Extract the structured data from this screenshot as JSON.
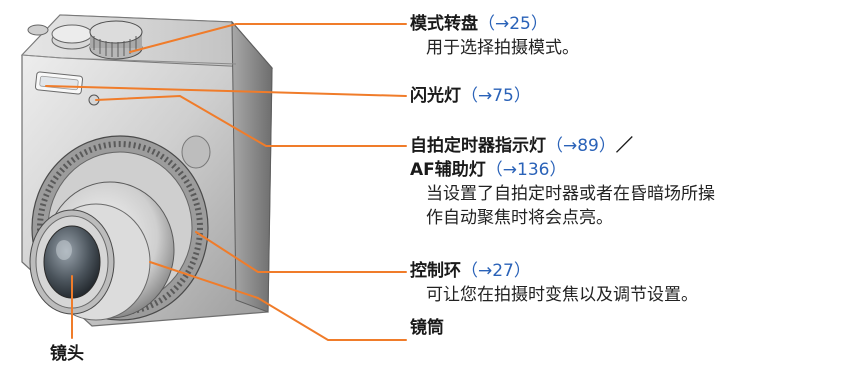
{
  "labels": {
    "mode_dial": {
      "name": "模式转盘",
      "ref": "（→25）",
      "desc": "用于选择拍摄模式。"
    },
    "flash": {
      "name": "闪光灯",
      "ref": "（→75）"
    },
    "self_timer": {
      "name": "自拍定时器指示灯",
      "ref": "（→89）",
      "sep": "／",
      "name2": "AF辅助灯",
      "ref2": "（→136）",
      "desc1": "当设置了自拍定时器或者在昏暗场所操",
      "desc2": "作自动聚焦时将会点亮。"
    },
    "control_ring": {
      "name": "控制环",
      "ref": "（→27）",
      "desc": "可让您在拍摄时变焦以及调节设置。"
    },
    "lens_barrel": {
      "name": "镜筒"
    },
    "lens": {
      "name": "镜头"
    }
  },
  "colors": {
    "leader_line": "#f07c2a",
    "reference_text": "#2a62b8"
  }
}
